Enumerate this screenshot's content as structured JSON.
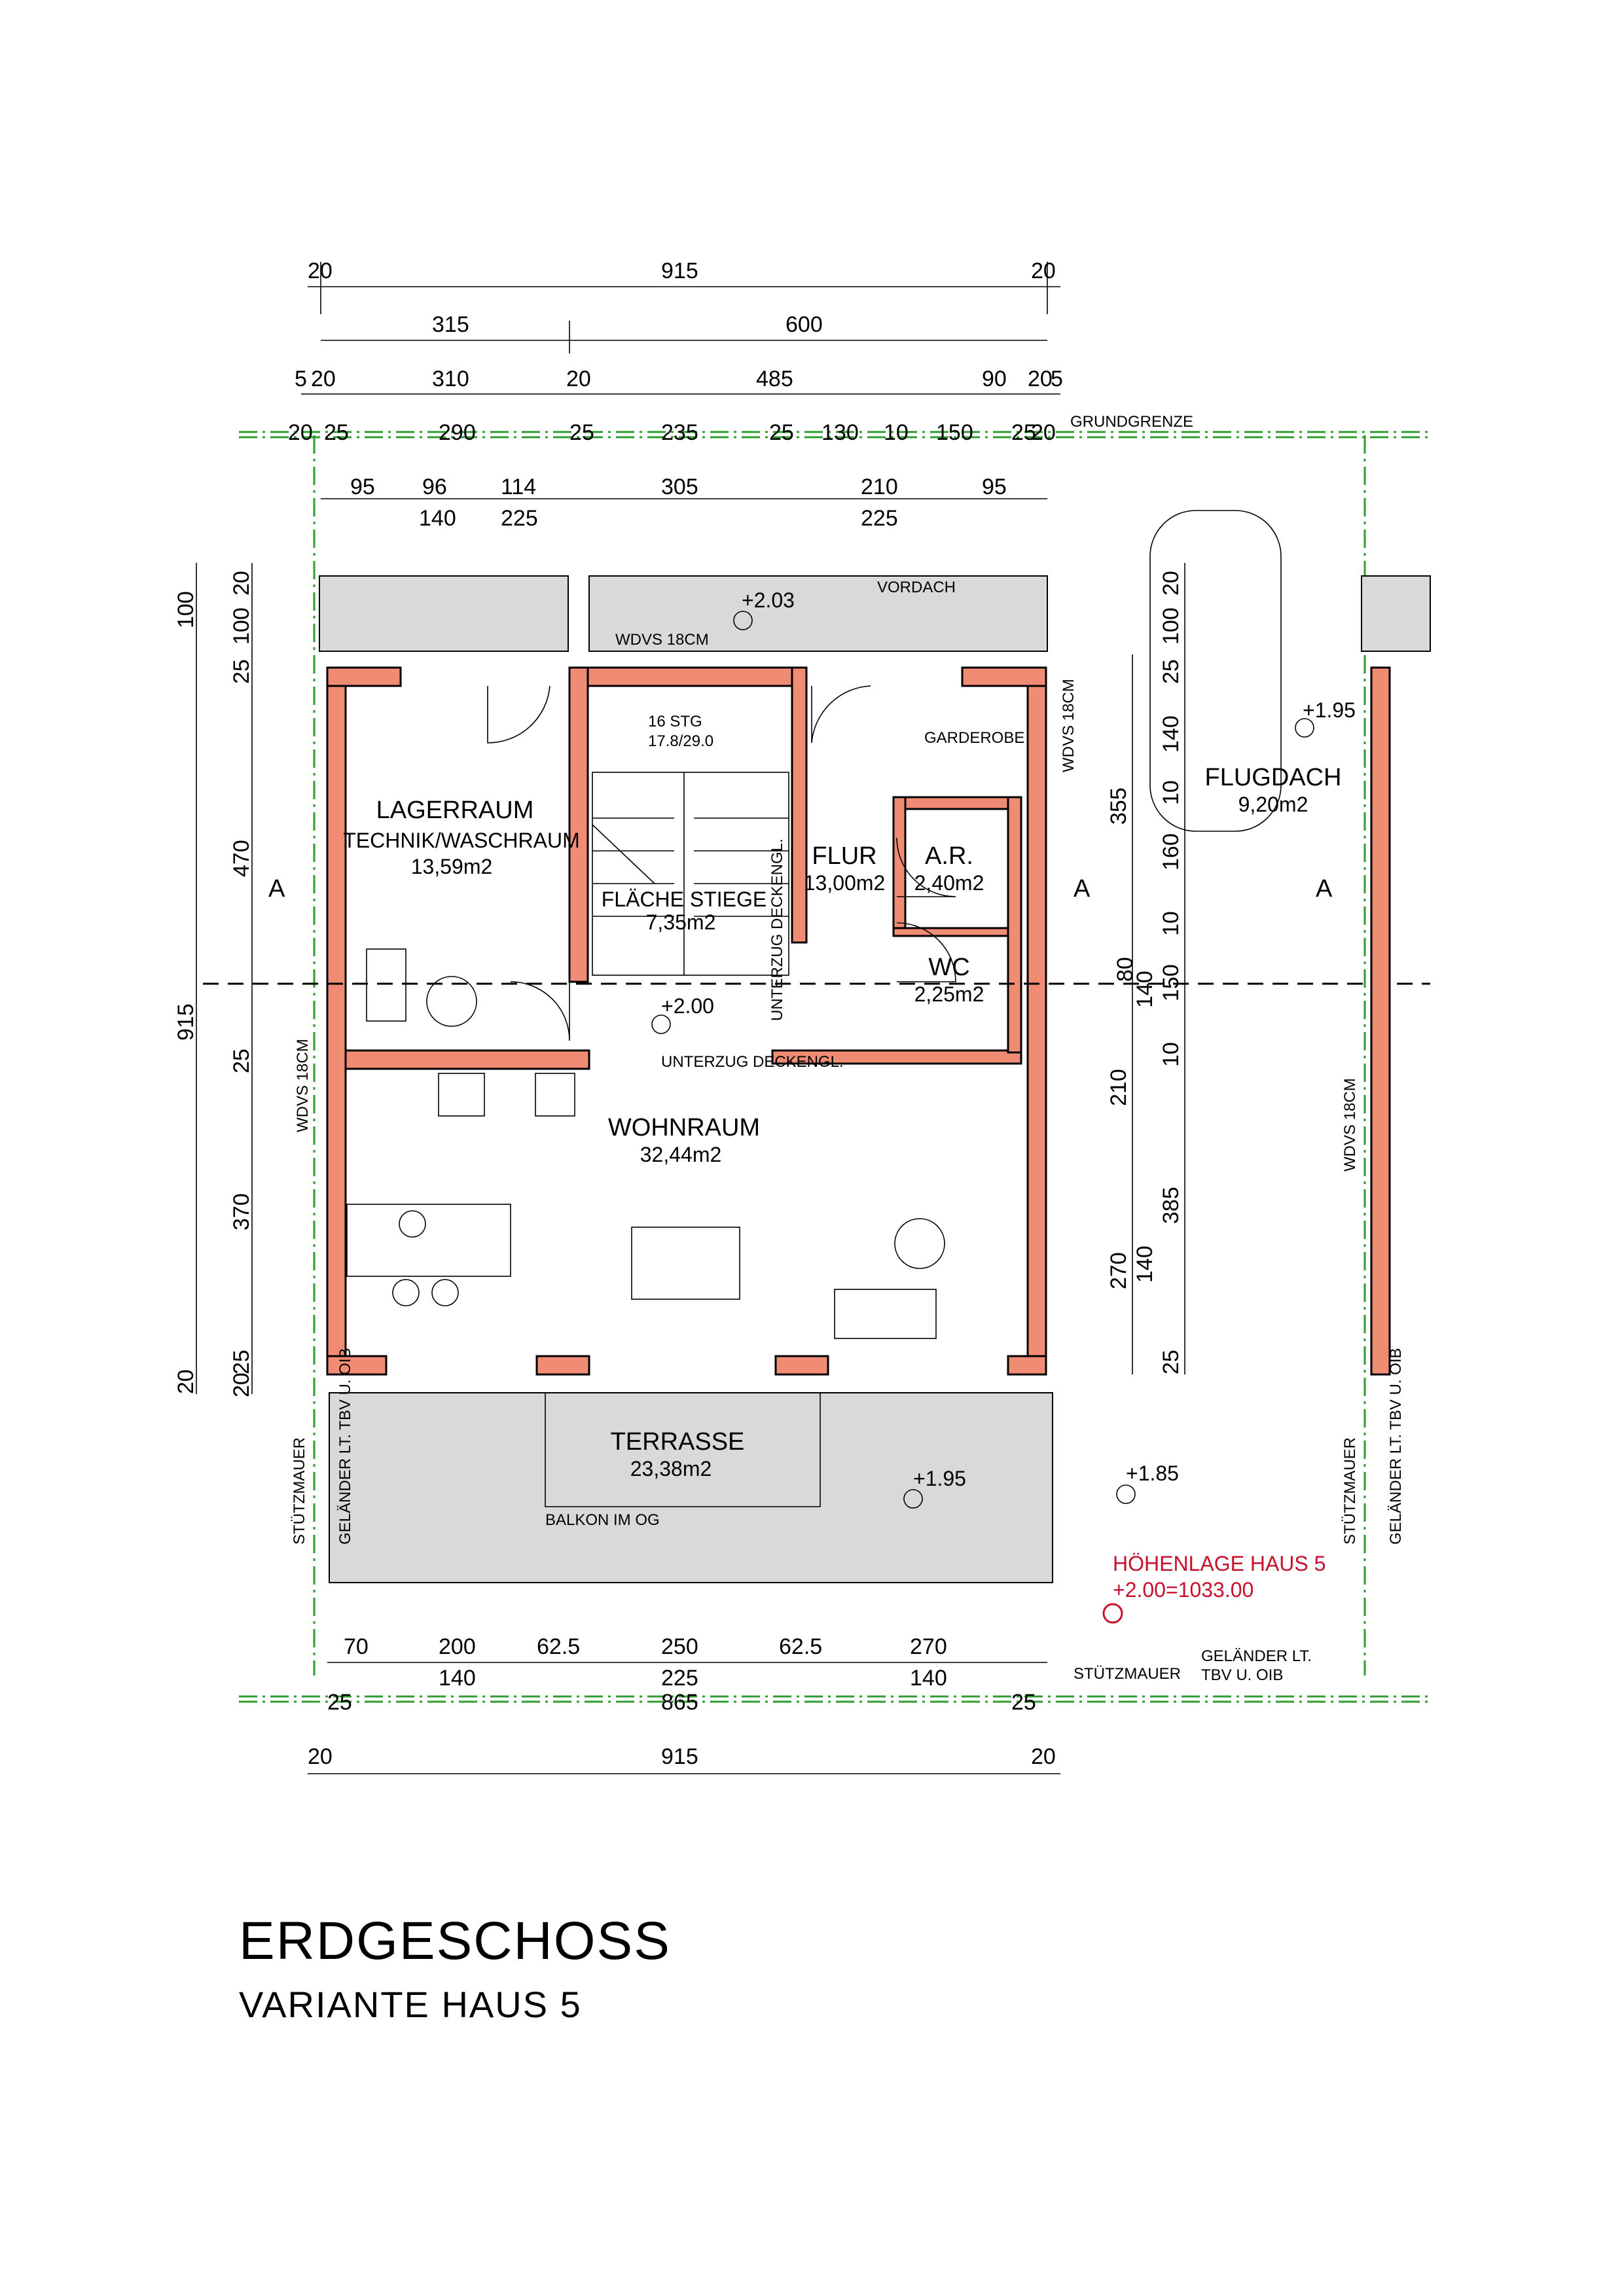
{
  "title": "ERDGESCHOSS",
  "subtitle": "VARIANTE HAUS 5",
  "labels": {
    "grundgrenze": "GRUNDGRENZE",
    "vordach": "VORDACH",
    "wdvs_top": "WDVS 18CM",
    "wdvs_left": "WDVS 18CM",
    "wdvs_right1": "WDVS 18CM",
    "wdvs_right2": "WDVS 18CM",
    "garderobe": "GARDEROBE",
    "unterzug1": "UNTERZUG DECKENGL.",
    "unterzug2": "UNTERZUG DECKENGL.",
    "balkon": "BALKON IM OG",
    "stuetzmauer_left": "STÜTZMAUER",
    "stuetzmauer_right": "STÜTZMAUER",
    "stuetzmauer_bottom": "STÜTZMAUER",
    "gelaender_left": "GELÄNDER LT. TBV U. OIB",
    "gelaender_right": "GELÄNDER LT. TBV U. OIB",
    "gelaender_bottom1": "GELÄNDER LT.",
    "gelaender_bottom2": "TBV U. OIB",
    "section_mark": "A",
    "hoehenlage1": "HÖHENLAGE HAUS 5",
    "hoehenlage2": "+2.00=1033.00"
  },
  "rooms": {
    "lager_name": "LAGERRAUM",
    "lager_sub": "TECHNIK/WASCHRAUM",
    "lager_area": "13,59m2",
    "stiege_info1": "16 STG",
    "stiege_info2": "17.8/29.0",
    "stiege_name": "FLÄCHE STIEGE",
    "stiege_area": "7,35m2",
    "flur_name": "FLUR",
    "flur_area": "13,00m2",
    "ar_name": "A.R.",
    "ar_area": "2,40m2",
    "wc_name": "WC",
    "wc_area": "2,25m2",
    "wohn_name": "WOHNRAUM",
    "wohn_area": "32,44m2",
    "terrasse_name": "TERRASSE",
    "terrasse_area": "23,38m2",
    "flugdach_name": "FLUGDACH",
    "flugdach_area": "9,20m2"
  },
  "levels": [
    "+2.03",
    "+2.00",
    "+1.95",
    "+1.95",
    "+1.85"
  ],
  "dims": {
    "top_row1": [
      "20",
      "915",
      "20"
    ],
    "top_row2": [
      "315",
      "600"
    ],
    "top_row3": [
      "5",
      "20",
      "310",
      "20",
      "485",
      "90",
      "20",
      "5"
    ],
    "top_row4": [
      "20",
      "25",
      "290",
      "25",
      "235",
      "25",
      "130",
      "10",
      "150",
      "25",
      "20"
    ],
    "top_row5": [
      "95",
      "96",
      "114",
      "305",
      "210",
      "95"
    ],
    "top_row6": [
      "140",
      "225",
      "225"
    ],
    "left_outer": [
      "20",
      "100",
      "915"
    ],
    "left_inner": [
      "20",
      "100",
      "25",
      "470",
      "25",
      "370",
      "25",
      "20"
    ],
    "right_outer": [
      "355",
      "210",
      "270"
    ],
    "right_inner": [
      "20",
      "100",
      "25",
      "140",
      "10",
      "160",
      "10",
      "80",
      "140",
      "150",
      "10",
      "385",
      "140",
      "25"
    ],
    "bottom_row1": [
      "70",
      "200",
      "62.5",
      "250",
      "62.5",
      "270"
    ],
    "bottom_row2": [
      "140",
      "225",
      "140"
    ],
    "bottom_row3": [
      "25",
      "865",
      "25"
    ],
    "bottom_row4": [
      "20",
      "915",
      "20"
    ]
  }
}
